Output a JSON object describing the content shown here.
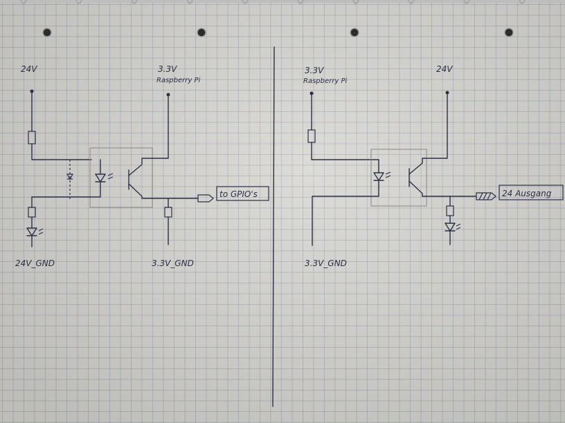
{
  "left_circuit": {
    "supply_label": "24V",
    "pi_label": "3.3V",
    "pi_sublabel": "Raspberry Pi",
    "output_label": "to GPIO's",
    "gnd_left_label": "24V_GND",
    "gnd_right_label": "3.3V_GND"
  },
  "right_circuit": {
    "pi_label": "3.3V",
    "pi_sublabel": "Raspberry Pi",
    "supply_label": "24V",
    "output_label": "24 Ausgang",
    "gnd_label": "3.3V_GND"
  }
}
